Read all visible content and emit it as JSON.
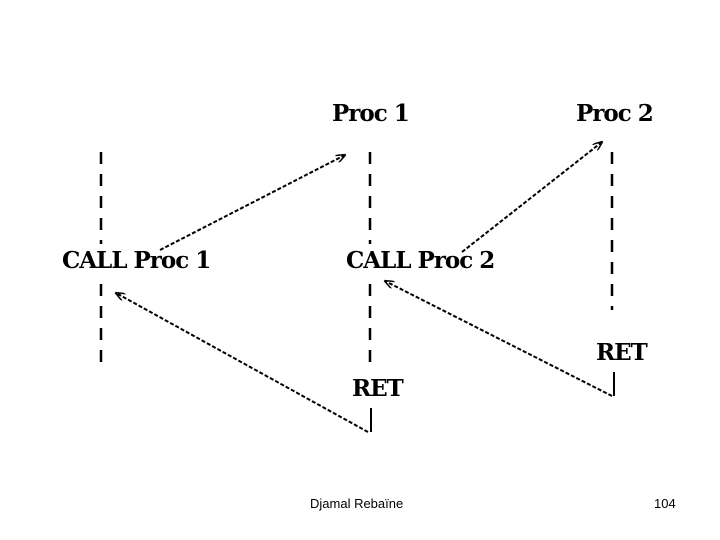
{
  "diagram": {
    "labels": {
      "proc1_title": "Proc 1",
      "proc2_title": "Proc 2",
      "call_proc1": "CALL Proc 1",
      "call_proc2": "CALL Proc 2",
      "ret_proc1": "RET",
      "ret_proc2": "RET"
    }
  },
  "footer": {
    "author": "Djamal Rebaïne",
    "page_number": "104"
  }
}
